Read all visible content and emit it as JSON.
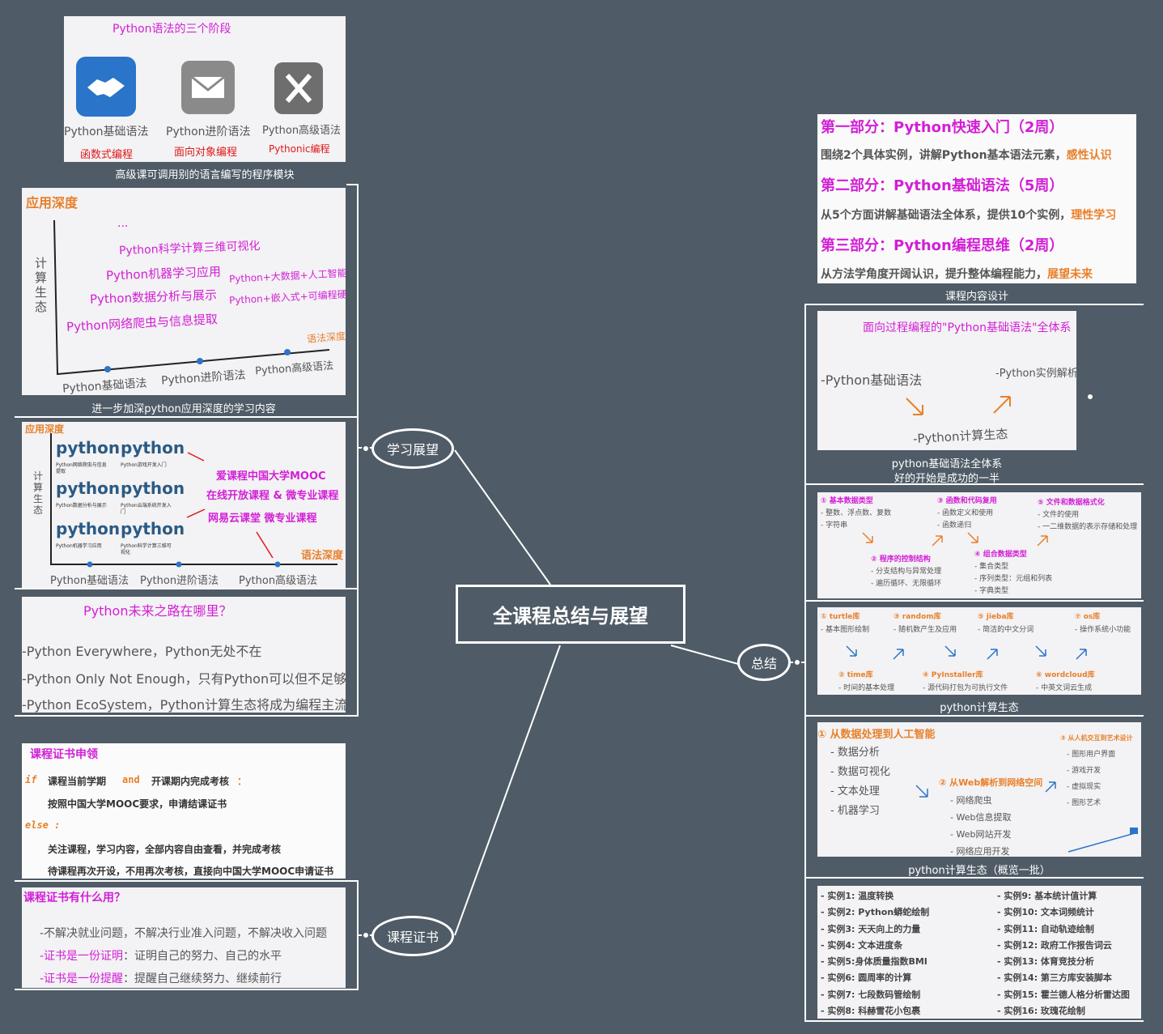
{
  "central": "全课程总结与展望",
  "branches": {
    "learning": "学习展望",
    "certificate": "课程证书",
    "summary": "总结"
  },
  "stages": {
    "title": "Python语法的三个阶段",
    "items": [
      {
        "name": "Python基础语法",
        "sub": "函数式编程",
        "icon": "handshake-icon"
      },
      {
        "name": "Python进阶语法",
        "sub": "面向对象编程",
        "icon": "envelope-icon"
      },
      {
        "name": "Python高级语法",
        "sub": "Pythonic编程",
        "icon": "tools-icon"
      }
    ],
    "caption": "高级课可调用别的语言编写的程序模块"
  },
  "depth": {
    "yaxis_top": "应用深度",
    "yaxis_side": "计算生态",
    "xaxis": "语法深度",
    "items": [
      "...",
      "Python科学计算三维可视化",
      "Python机器学习应用",
      "Python数据分析与展示",
      "Python网络爬虫与信息提取",
      "Python+大数据+人工智能",
      "Python+嵌入式+可编程硬件"
    ],
    "xticks": [
      "Python基础语法",
      "Python进阶语法",
      "Python高级语法"
    ],
    "caption": "进一步加深python应用深度的学习内容"
  },
  "mooc": {
    "yaxis_top": "应用深度",
    "yaxis_side": "计算生态",
    "xaxis": "语法深度",
    "courses": [
      {
        "logo": "python",
        "label": "Python网络爬虫与信息提取"
      },
      {
        "logo": "python",
        "label": "Python游戏开发入门"
      },
      {
        "logo": "python",
        "label": "Python数据分析与展示"
      },
      {
        "logo": "python",
        "label": "Python云端系统开发入门"
      },
      {
        "logo": "python",
        "label": "Python机器学习应用"
      },
      {
        "logo": "python",
        "label": "Python科学计算三维可视化"
      }
    ],
    "platforms": [
      "爱课程中国大学MOOC",
      "在线开放课程 & 微专业课程",
      "网易云课堂 微专业课程"
    ],
    "xticks": [
      "Python基础语法",
      "Python进阶语法",
      "Python高级语法"
    ]
  },
  "future": {
    "title": "Python未来之路在哪里？",
    "lines": [
      "-Python Everywhere，Python无处不在",
      "-Python Only Not Enough，只有Python可以但不足够",
      "-Python EcoSystem，Python计算生态将成为编程主流"
    ]
  },
  "cert_apply": {
    "title": "课程证书申领",
    "kw_if": "if",
    "cond1": "课程当前学期",
    "kw_and": "and",
    "cond2": "开课期内完成考核",
    "colon1": "：",
    "line2": "按照中国大学MOOC要求，申请结课证书",
    "kw_else": "else :",
    "line4": "关注课程，学习内容，全部内容自由查看，并完成考核",
    "line5": "待课程再次开设，不用再次考核，直接向中国大学MOOC申请证书"
  },
  "cert_use": {
    "title": "课程证书有什么用？",
    "line1": "-不解决就业问题，不解决行业准入问题，不解决收入问题",
    "line2a": "-证书是一份证明",
    "line2b": "：证明自己的努力、自己的水平",
    "line3a": "-证书是一份提醒",
    "line3b": "：提醒自己继续努力、继续前行"
  },
  "design": {
    "p1": "第一部分：Python快速入门（2周）",
    "p1d": "围绕2个具体实例，讲解Python基本语法元素，",
    "p1k": "感性认识",
    "p2": "第二部分：Python基础语法（5周）",
    "p2d": "从5个方面讲解基础语法全体系，提供10个实例，",
    "p2k": "理性学习",
    "p3": "第三部分：Python编程思维（2周）",
    "p3d": "从方法学角度开阔认识，提升整体编程能力，",
    "p3k": "展望未来",
    "caption": "课程内容设计"
  },
  "system": {
    "title": "面向过程编程的\"Python基础语法\"全体系",
    "a": "-Python基础语法",
    "b": "-Python实例解析",
    "c": "-Python计算生态",
    "caption1": "python基础语法全体系",
    "caption2": "好的开始是成功的一半"
  },
  "syntax5": {
    "items": [
      {
        "h": "① 基本数据类型",
        "l": [
          "- 整数、浮点数、复数",
          "- 字符串"
        ]
      },
      {
        "h": "② 程序的控制结构",
        "l": [
          "- 分支结构与异常处理",
          "- 遍历循环、无限循环"
        ]
      },
      {
        "h": "③ 函数和代码复用",
        "l": [
          "- 函数定义和使用",
          "- 函数递归"
        ]
      },
      {
        "h": "④ 组合数据类型",
        "l": [
          "- 集合类型",
          "- 序列类型：元组和列表",
          "- 字典类型"
        ]
      },
      {
        "h": "⑤ 文件和数据格式化",
        "l": [
          "- 文件的使用",
          "- 一二维数据的表示存储和处理"
        ]
      }
    ]
  },
  "libs": {
    "items": [
      {
        "h": "① turtle库",
        "l": "- 基本图形绘制"
      },
      {
        "h": "② time库",
        "l": "- 时间的基本处理"
      },
      {
        "h": "③ random库",
        "l": "- 随机数产生及应用"
      },
      {
        "h": "④ PyInstaller库",
        "l": "- 源代码打包为可执行文件"
      },
      {
        "h": "⑤ jieba库",
        "l": "- 简洁的中文分词"
      },
      {
        "h": "⑥ wordcloud库",
        "l": "- 中英文词云生成"
      },
      {
        "h": "⑦ os库",
        "l": "- 操作系统小功能"
      }
    ],
    "caption": "python计算生态"
  },
  "eco": {
    "h1": "① 从数据处理到人工智能",
    "l1": [
      "- 数据分析",
      "- 数据可视化",
      "- 文本处理",
      "- 机器学习"
    ],
    "h2": "② 从Web解析到网络空间",
    "l2": [
      "- 网络爬虫",
      "- Web信息提取",
      "- Web网站开发",
      "- 网络应用开发"
    ],
    "h3": "③ 从人机交互到艺术设计",
    "l3": [
      "- 图形用户界面",
      "- 游戏开发",
      "- 虚拟现实",
      "- 图形艺术"
    ],
    "caption": "python计算生态（概览一批）"
  },
  "examples": {
    "left": [
      "- 实例1: 温度转换",
      "- 实例2: Python蟒蛇绘制",
      "- 实例3: 天天向上的力量",
      "- 实例4: 文本进度条",
      "- 实例5:身体质量指数BMI",
      "- 实例6: 圆周率的计算",
      "- 实例7: 七段数码管绘制",
      "- 实例8: 科赫雪花小包裹"
    ],
    "right": [
      "- 实例9: 基本统计值计算",
      "- 实例10: 文本词频统计",
      "- 实例11: 自动轨迹绘制",
      "- 实例12: 政府工作报告词云",
      "- 实例13: 体育竞技分析",
      "- 实例14: 第三方库安装脚本",
      "- 实例15: 霍兰德人格分析雷达图",
      "- 实例16: 玫瑰花绘制"
    ]
  },
  "colors": {
    "background": "#4f5b66",
    "magenta": "#d21fd6",
    "orange": "#e8802a",
    "red": "#e01818",
    "blue": "#2a74c9"
  }
}
